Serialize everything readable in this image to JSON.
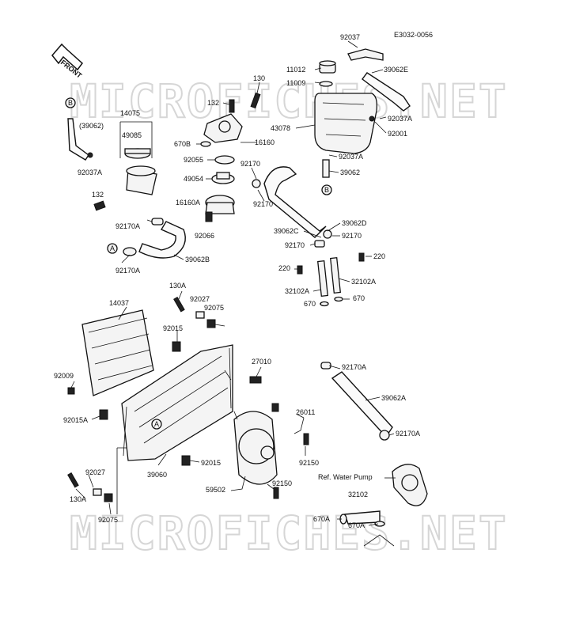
{
  "diagram_code": "E3032-0056",
  "front_label": "FRONT",
  "watermark": "MICROFICHES.NET",
  "parts": {
    "p92037": "92037",
    "p11012": "11012",
    "p39062E": "39062E",
    "p11009": "11009",
    "p130": "130",
    "p132_top": "132",
    "p43078": "43078",
    "p92037A_right": "92037A",
    "p92001": "92001",
    "p92037A_lower": "92037A",
    "p39062_right": "39062",
    "p14075": "14075",
    "p39062_left": "(39062)",
    "p49085": "49085",
    "p670B": "670B",
    "p16160": "16160",
    "p92055": "92055",
    "p92170_mid": "92170",
    "p49054": "49054",
    "p92037A_left": "92037A",
    "p132_left": "132",
    "p16160A": "16160A",
    "p92170_b": "92170",
    "p39062D": "39062D",
    "p92170A_left": "92170A",
    "p92066": "92066",
    "p39062C": "39062C",
    "p92170_c": "92170",
    "p92170_d": "92170",
    "p220_a": "220",
    "p39062B": "39062B",
    "p92170A_b": "92170A",
    "p220_b": "220",
    "p32102A": "32102A",
    "p32102A_b": "32102A",
    "p670_a": "670",
    "p670_b": "670",
    "p130A_top": "130A",
    "p14037": "14037",
    "p92027_top": "92027",
    "p92075_top": "92075",
    "p92015_top": "92015",
    "p27010": "27010",
    "p92170A_c": "92170A",
    "p92009": "92009",
    "p39062A": "39062A",
    "p92015A": "92015A",
    "p26011": "26011",
    "p92170A_d": "92170A",
    "p92015_low": "92015",
    "p39060": "39060",
    "p92150_a": "92150",
    "p92027_low": "92027",
    "p59502": "59502",
    "p92150_b": "92150",
    "p130A_low": "130A",
    "p92075_low": "92075",
    "p32102": "32102",
    "p670A_a": "670A",
    "p670A_b": "670A",
    "ref_water_pump": "Ref. Water Pump",
    "callout_A": "A",
    "callout_B": "B"
  }
}
